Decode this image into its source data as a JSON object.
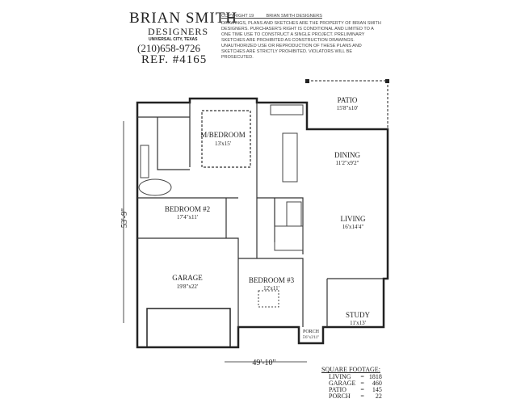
{
  "title_block": {
    "company": "BRIAN SMITH",
    "subtitle": "DESIGNERS",
    "location": "UNIVERSAL CITY, TEXAS",
    "phone": "(210)658-9726",
    "reference": "REF. #4165"
  },
  "copyright": {
    "header": "COPYRIGHT 19          BRIAN SMITH DESIGNERS",
    "notice": "DRAWINGS, PLANS AND SKETCHES ARE THE PROPERTY OF BRIAN SMITH DESIGNERS. PURCHASER'S RIGHT IS CONDITIONAL AND LIMITED TO A ONE TIME USE TO CONSTRUCT A SINGLE PROJECT. PRELIMINARY SKETCHES ARE PROHIBITED AS CONSTRUCTION DRAWINGS. UNAUTHORIZED USE OR REPRODUCTION OF THESE PLANS AND SKETCHES ARE STRICTLY PROHIBITED. VIOLATORS WILL BE PROSECUTED."
  },
  "rooms": [
    {
      "name": "PATIO",
      "size": "15'8\"x10'"
    },
    {
      "name": "M/BEDROOM",
      "size": "13'x15'"
    },
    {
      "name": "DINING",
      "size": "11'2\"x9'2\""
    },
    {
      "name": "BEDROOM #2",
      "size": "17'4\"x11'"
    },
    {
      "name": "LIVING",
      "size": "16'x14'4\""
    },
    {
      "name": "GARAGE",
      "size": "19'8\"x22'"
    },
    {
      "name": "BEDROOM #3",
      "size": "12'x11'"
    },
    {
      "name": "STUDY",
      "size": "11'x13'"
    },
    {
      "name": "PORCH",
      "size": "5'6\"x3'11\""
    }
  ],
  "dimensions": {
    "depth": "53'-9\"",
    "width": "49'-10\""
  },
  "square_footage": {
    "title": "SQUARE FOOTAGE:",
    "rows": [
      {
        "label": "LIVING",
        "value": "1818"
      },
      {
        "label": "GARAGE",
        "value": "460"
      },
      {
        "label": "PATIO",
        "value": "145"
      },
      {
        "label": "PORCH",
        "value": "22"
      }
    ]
  }
}
